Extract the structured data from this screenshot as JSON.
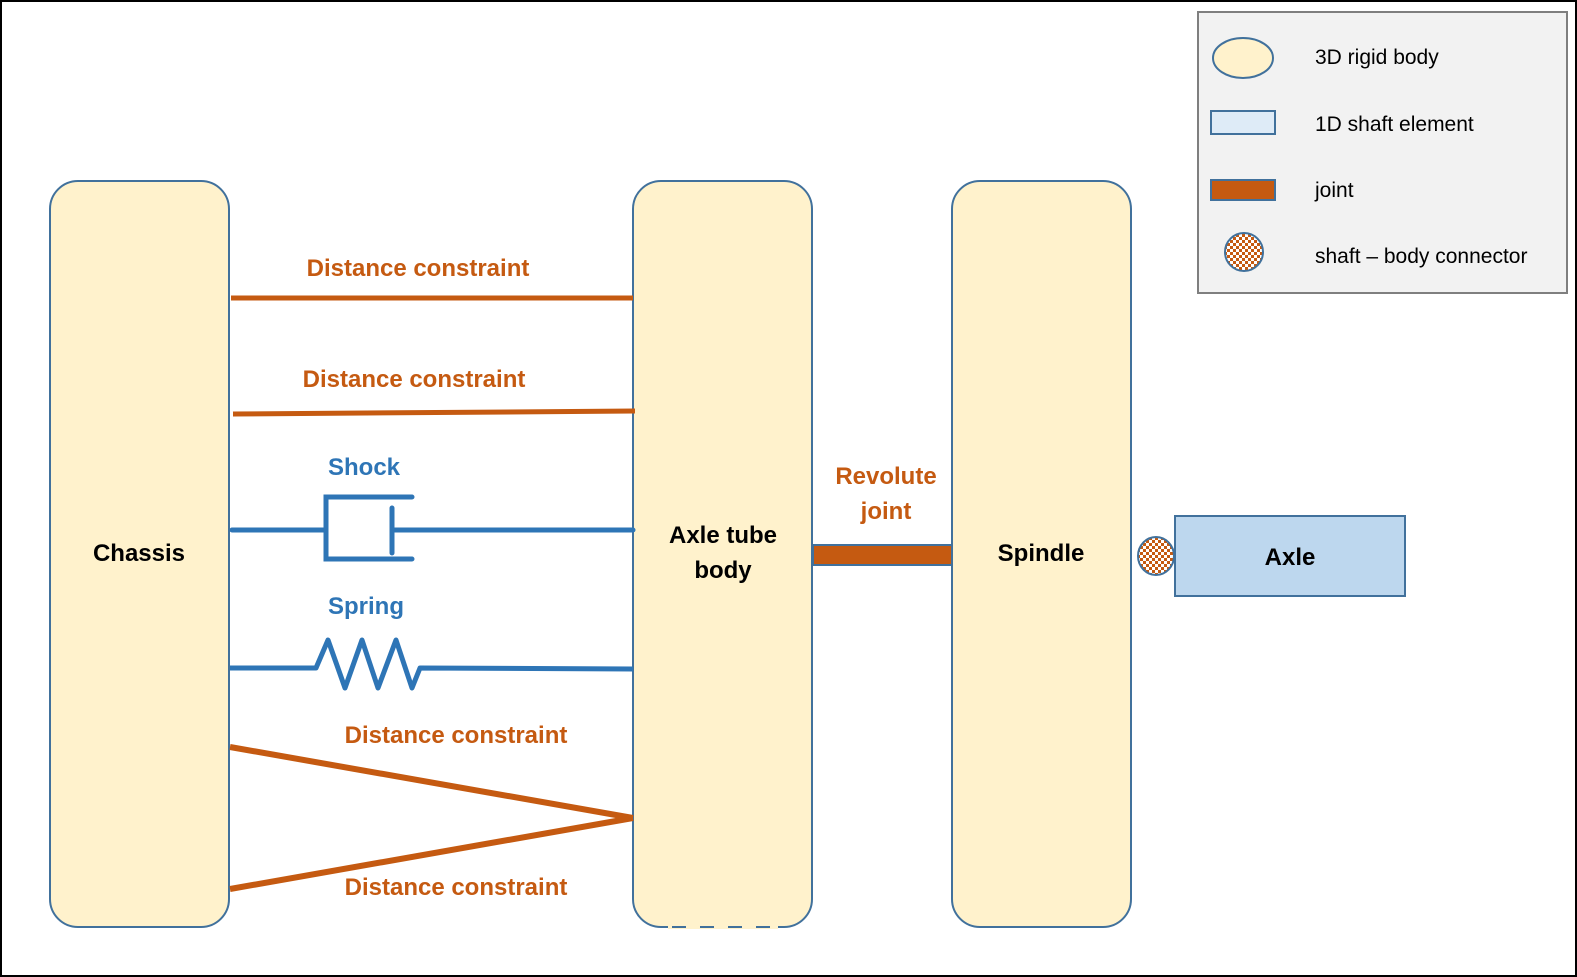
{
  "colors": {
    "body_fill": "#FFF2CC",
    "body_stroke": "#41719C",
    "shaft_fill": "#BDD7EE",
    "legend_shaft_fill": "#DEEBF7",
    "joint_color": "#C55A11",
    "spring_shock_color": "#2E75B6",
    "legend_bg": "#F2F2F2",
    "legend_border": "#7F7F7F"
  },
  "bodies": {
    "chassis": "Chassis",
    "axle_tube_line1": "Axle tube",
    "axle_tube_line2": "body",
    "spindle": "Spindle"
  },
  "shaft": {
    "axle": "Axle"
  },
  "connections": {
    "distance_1": "Distance constraint",
    "distance_2": "Distance constraint",
    "shock": "Shock",
    "spring": "Spring",
    "distance_3": "Distance constraint",
    "distance_4": "Distance constraint",
    "revolute_line1": "Revolute",
    "revolute_line2": "joint"
  },
  "legend": {
    "items": [
      {
        "symbol": "ellipse-icon",
        "label": "3D rigid body"
      },
      {
        "symbol": "shaft-rect-icon",
        "label": "1D shaft element"
      },
      {
        "symbol": "joint-rect-icon",
        "label": "joint"
      },
      {
        "symbol": "checker-circle-icon",
        "label": "shaft – body connector"
      }
    ]
  }
}
